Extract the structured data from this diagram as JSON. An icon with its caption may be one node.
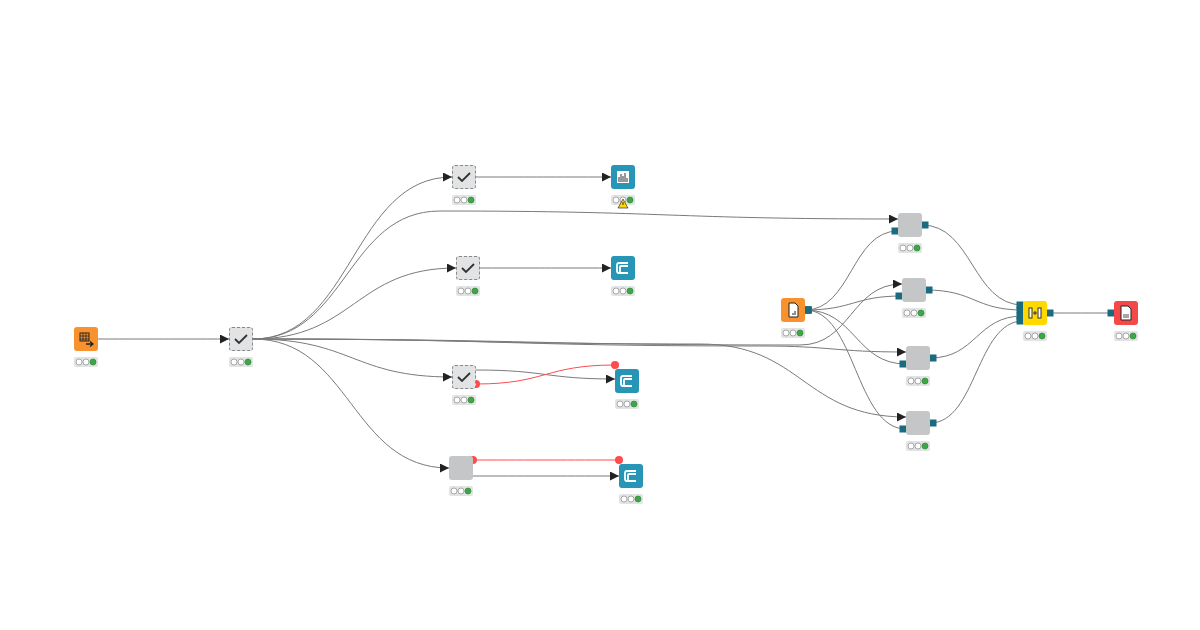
{
  "diagram": {
    "nodes": [
      {
        "text": [],
        "shape": "box"
      },
      {
        "text": [],
        "shape": "box"
      },
      {
        "text": [],
        "shape": "box"
      },
      {
        "text": [],
        "shape": "box"
      },
      {
        "text": [],
        "shape": "box"
      },
      {
        "text": [],
        "shape": "box"
      },
      {
        "text": [],
        "shape": "box"
      },
      {
        "text": [],
        "shape": "box"
      },
      {
        "text": [],
        "shape": "box"
      },
      {
        "text": [],
        "shape": "box"
      },
      {
        "text": [],
        "shape": "box"
      },
      {
        "text": [],
        "shape": "box"
      },
      {
        "text": [],
        "shape": "box"
      },
      {
        "text": [],
        "shape": "box"
      },
      {
        "text": [],
        "shape": "box"
      },
      {
        "text": [],
        "shape": "box"
      },
      {
        "text": [],
        "shape": "box"
      }
    ],
    "edges": [
      {
        "from": 0,
        "to": 1,
        "arrow": "to"
      },
      {
        "from": 1,
        "to": 2,
        "arrow": "to"
      },
      {
        "from": 1,
        "to": 11,
        "arrow": "to"
      },
      {
        "from": 1,
        "to": 3,
        "arrow": "to"
      },
      {
        "from": 1,
        "to": 4,
        "arrow": "to"
      },
      {
        "from": 1,
        "to": 5,
        "arrow": "to"
      },
      {
        "from": 1,
        "to": 12,
        "arrow": "to"
      },
      {
        "from": 1,
        "to": 13,
        "arrow": "to"
      },
      {
        "from": 1,
        "to": 14,
        "arrow": "to"
      },
      {
        "from": 2,
        "to": 6,
        "arrow": "to"
      },
      {
        "from": 3,
        "to": 7,
        "arrow": "to"
      },
      {
        "from": 4,
        "to": 8,
        "arrow": "to"
      },
      {
        "from": 4,
        "to": 8,
        "arrow": "other",
        "color": "#ff4b4b"
      },
      {
        "from": 5,
        "to": 9,
        "arrow": "other",
        "color": "#ff4b4b"
      },
      {
        "from": 5,
        "to": 9,
        "arrow": "to"
      },
      {
        "from": 10,
        "to": 11,
        "arrow": "none"
      },
      {
        "from": 10,
        "to": 12,
        "arrow": "none"
      },
      {
        "from": 10,
        "to": 13,
        "arrow": "none"
      },
      {
        "from": 10,
        "to": 14,
        "arrow": "none"
      },
      {
        "from": 11,
        "to": 15,
        "arrow": "none"
      },
      {
        "from": 12,
        "to": 15,
        "arrow": "none"
      },
      {
        "from": 13,
        "to": 15,
        "arrow": "none"
      },
      {
        "from": 14,
        "to": 15,
        "arrow": "none"
      },
      {
        "from": 15,
        "to": 16,
        "arrow": "none"
      }
    ]
  }
}
